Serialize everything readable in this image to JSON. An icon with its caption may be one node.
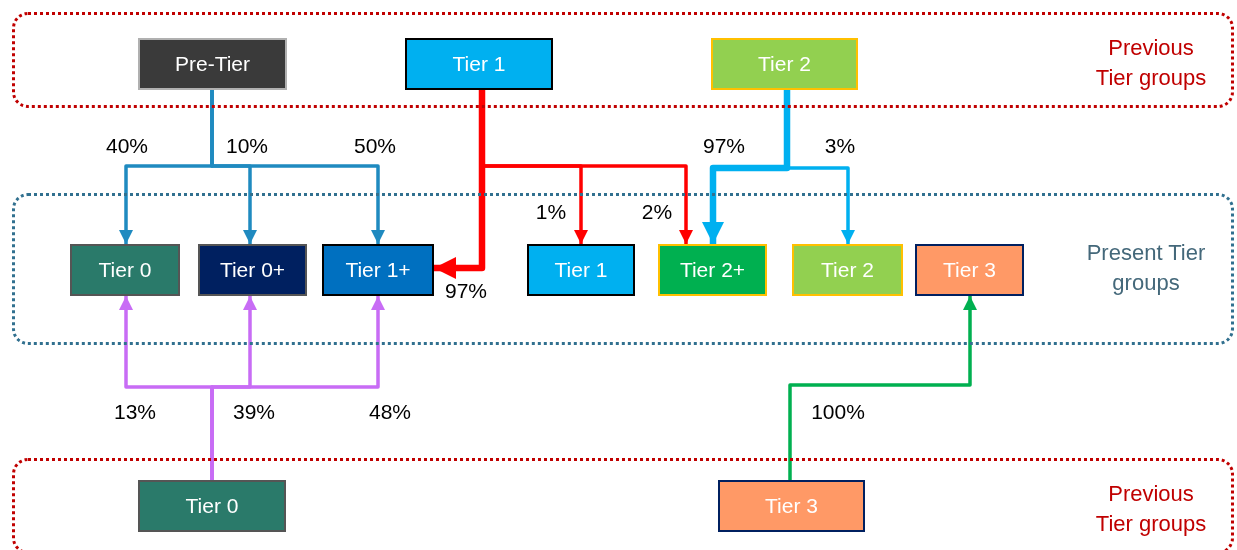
{
  "diagram": {
    "nodes": [
      {
        "text": [
          "Previous Tier groups"
        ]
      },
      {
        "text": [
          "Pre-Tier"
        ],
        "in": 0
      },
      {
        "text": [
          "Tier 1"
        ],
        "in": 0
      },
      {
        "text": [
          "Tier 2"
        ],
        "in": 0
      },
      {
        "text": [
          "Present Tier groups"
        ]
      },
      {
        "text": [
          "Tier 0"
        ],
        "in": 4
      },
      {
        "text": [
          "Tier 0+"
        ],
        "in": 4
      },
      {
        "text": [
          "Tier 1+"
        ],
        "in": 4
      },
      {
        "text": [
          "Tier 1"
        ],
        "in": 4
      },
      {
        "text": [
          "Tier 2+"
        ],
        "in": 4
      },
      {
        "text": [
          "Tier 2"
        ],
        "in": 4
      },
      {
        "text": [
          "Tier 3"
        ],
        "in": 4
      },
      {
        "text": [
          "Previous Tier groups"
        ]
      },
      {
        "text": [
          "Tier 0"
        ],
        "in": 12
      },
      {
        "text": [
          "Tier 3"
        ],
        "in": 12
      }
    ],
    "edges": [
      {
        "from": 1,
        "to": 5,
        "arrow": "to",
        "label": "40%",
        "color": "#1f8ac0"
      },
      {
        "from": 1,
        "to": 6,
        "arrow": "to",
        "label": "10%",
        "color": "#1f8ac0"
      },
      {
        "from": 1,
        "to": 7,
        "arrow": "to",
        "label": "50%",
        "color": "#1f8ac0"
      },
      {
        "from": 2,
        "to": 7,
        "arrow": "to",
        "label": "97%",
        "style": "thick",
        "color": "#ff0000"
      },
      {
        "from": 2,
        "to": 8,
        "arrow": "to",
        "label": "1%",
        "color": "#ff0000"
      },
      {
        "from": 2,
        "to": 9,
        "arrow": "to",
        "label": "2%",
        "color": "#ff0000"
      },
      {
        "from": 3,
        "to": 9,
        "arrow": "to",
        "label": "97%",
        "style": "thick",
        "color": "#00b0f0"
      },
      {
        "from": 3,
        "to": 10,
        "arrow": "to",
        "label": "3%",
        "color": "#00b0f0"
      },
      {
        "from": 13,
        "to": 5,
        "arrow": "to",
        "label": "13%",
        "color": "#c86cf5"
      },
      {
        "from": 13,
        "to": 6,
        "arrow": "to",
        "label": "39%",
        "color": "#c86cf5"
      },
      {
        "from": 13,
        "to": 7,
        "arrow": "to",
        "label": "48%",
        "color": "#c86cf5"
      },
      {
        "from": 14,
        "to": 11,
        "arrow": "to",
        "label": "100%",
        "color": "#00b050"
      }
    ]
  }
}
